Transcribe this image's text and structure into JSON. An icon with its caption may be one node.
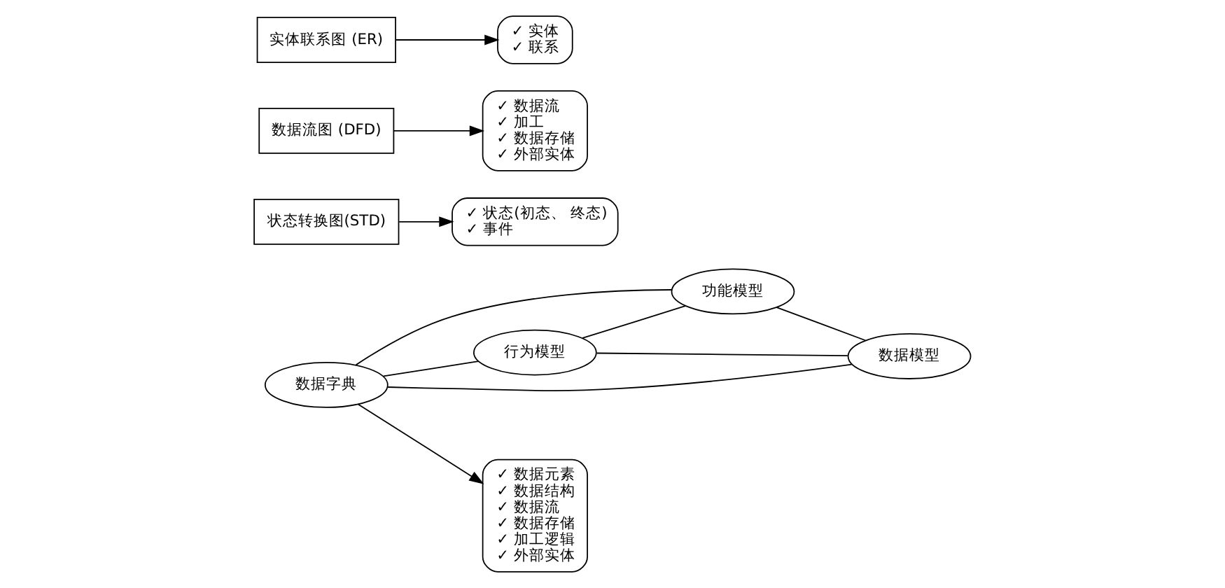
{
  "diagram": {
    "nodes": [
      {
        "text": [
          "行为模型"
        ]
      },
      {
        "text": [
          "数据字典"
        ]
      },
      {
        "text": [
          "功能模型"
        ]
      },
      {
        "text": [
          "数据模型"
        ]
      },
      {
        "text": [
          "状态转换图(STD)"
        ]
      },
      {
        "text": [
          "✓ 状态(初态、 终态)",
          "✓ 事件"
        ]
      },
      {
        "text": [
          "✓ 数据流",
          "✓ 加工",
          "✓ 数据存储",
          "✓ 外部实体"
        ]
      },
      {
        "text": [
          "数据流图 (DFD)"
        ]
      },
      {
        "text": [
          "✓ 数据元素",
          "✓ 数据结构",
          "✓ 数据流",
          "✓ 数据存储",
          "✓ 加工逻辑",
          "✓ 外部实体"
        ]
      },
      {
        "text": [
          "实体联系图 (ER)"
        ]
      },
      {
        "text": [
          "✓ 实体",
          "✓ 联系"
        ]
      }
    ],
    "edges": [
      {
        "from": 1,
        "to": 0,
        "arrow": "none"
      },
      {
        "from": 1,
        "to": 2,
        "arrow": "none"
      },
      {
        "from": 1,
        "to": 3,
        "arrow": "none"
      },
      {
        "from": 0,
        "to": 2,
        "arrow": "none"
      },
      {
        "from": 2,
        "to": 3,
        "arrow": "none"
      },
      {
        "from": 3,
        "to": 0,
        "arrow": "none"
      },
      {
        "from": 4,
        "to": 5,
        "arrow": "to"
      },
      {
        "from": 7,
        "to": 6,
        "arrow": "to"
      },
      {
        "from": 1,
        "to": 8,
        "arrow": "to"
      },
      {
        "from": 9,
        "to": 10,
        "arrow": "to"
      }
    ]
  }
}
